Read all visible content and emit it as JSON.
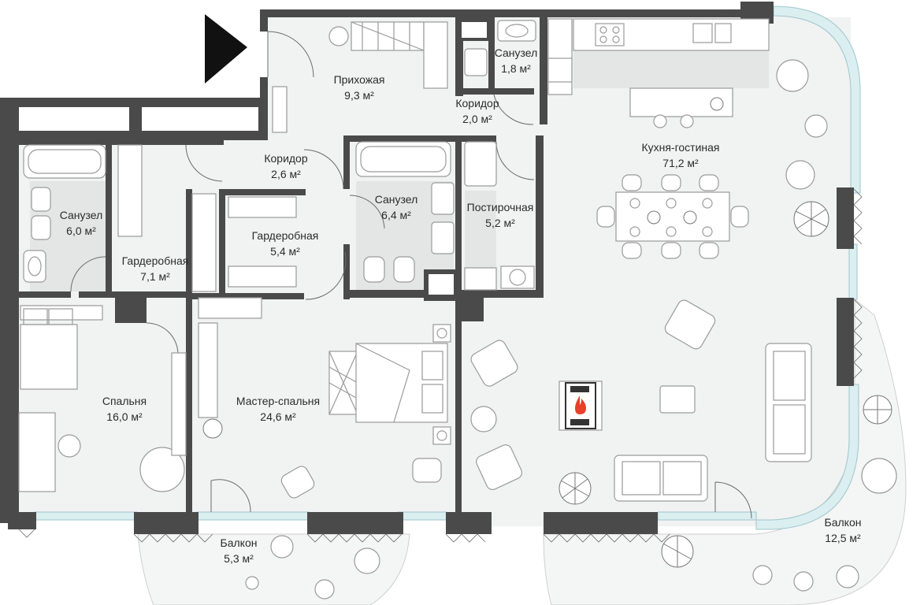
{
  "rooms": {
    "hall": {
      "name": "Прихожая",
      "area": "9,3 м²"
    },
    "wc_small": {
      "name": "Санузел",
      "area": "1,8 м²"
    },
    "corridor_1": {
      "name": "Коридор",
      "area": "2,0 м²"
    },
    "kitchen_living": {
      "name": "Кухня-гостиная",
      "area": "71,2 м²"
    },
    "corridor_2": {
      "name": "Коридор",
      "area": "2,6 м²"
    },
    "bath_left": {
      "name": "Санузел",
      "area": "6,0 м²"
    },
    "bath_mid": {
      "name": "Санузел",
      "area": "6,4 м²"
    },
    "laundry": {
      "name": "Постирочная",
      "area": "5,2 м²"
    },
    "wardrobe_mid": {
      "name": "Гардеробная",
      "area": "5,4 м²"
    },
    "wardrobe_left": {
      "name": "Гардеробная",
      "area": "7,1 м²"
    },
    "bedroom": {
      "name": "Спальня",
      "area": "16,0 м²"
    },
    "master_bedroom": {
      "name": "Мастер-спальня",
      "area": "24,6 м²"
    },
    "balcony_small": {
      "name": "Балкон",
      "area": "5,3 м²"
    },
    "balcony_large": {
      "name": "Балкон",
      "area": "12,5 м²"
    }
  },
  "icons": {
    "entrance": "entrance-arrow-icon",
    "fireplace": "fireplace-icon"
  },
  "colors": {
    "wall": "#4a4a4a",
    "floor": "#f1f2f2",
    "glazing": "#dbeef0",
    "fire": "#e8402a"
  }
}
